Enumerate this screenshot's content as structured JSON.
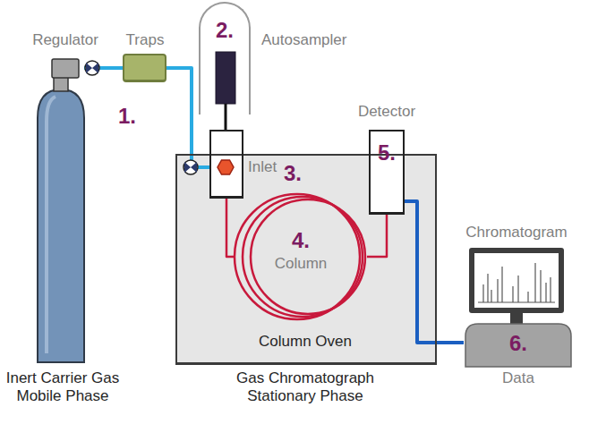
{
  "diagram": {
    "nodes": [
      {
        "text": [
          "Inert Carrier Gas Mobile Phase"
        ]
      },
      {
        "text": [
          "Traps"
        ]
      },
      {
        "text": [
          "2.",
          "Autosampler"
        ]
      },
      {
        "text": [
          "Column Oven",
          "Gas Chromatograph Stationary Phase"
        ]
      },
      {
        "text": [
          "Inlet",
          "3."
        ],
        "in": 3
      },
      {
        "text": [
          "4.",
          "Column"
        ],
        "in": 3
      },
      {
        "text": [
          "Detector",
          "5."
        ],
        "in": 3
      },
      {
        "text": [
          "Chromatogram",
          "6.",
          "Data"
        ]
      }
    ],
    "edges": [
      {
        "from": 0,
        "to": 1,
        "arrow": "none"
      },
      {
        "from": 1,
        "to": 4,
        "arrow": "none"
      },
      {
        "from": 2,
        "to": 4,
        "arrow": "none"
      },
      {
        "from": 4,
        "to": 5,
        "arrow": "none"
      },
      {
        "from": 5,
        "to": 6,
        "arrow": "none"
      },
      {
        "from": 6,
        "to": 7,
        "arrow": "none"
      }
    ],
    "labels": [
      "Regulator",
      "1."
    ]
  }
}
